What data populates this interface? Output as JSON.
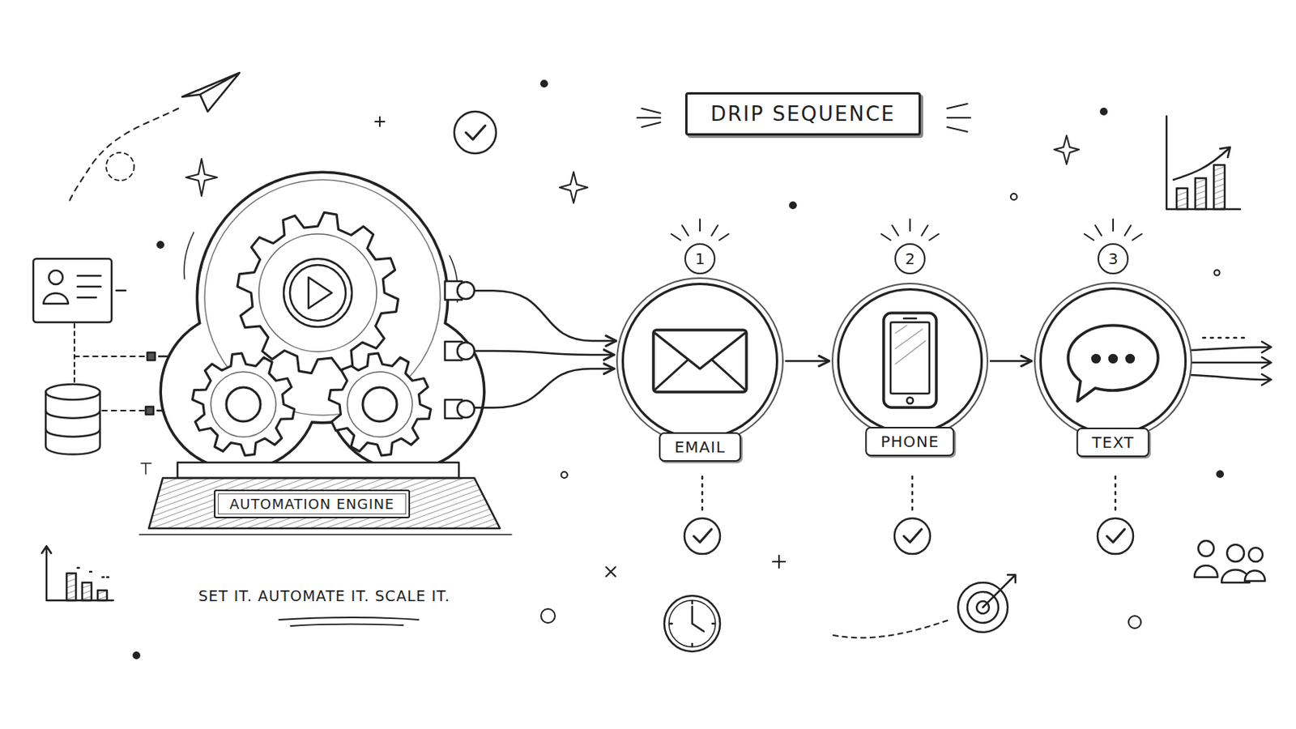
{
  "diagram": {
    "title": "DRIP SEQUENCE",
    "nodes": [
      {
        "text": [
          "AUTOMATION ENGINE"
        ]
      },
      {
        "text": [
          "EMAIL"
        ]
      },
      {
        "text": [
          "PHONE"
        ]
      },
      {
        "text": [
          "TEXT"
        ]
      }
    ],
    "edges": [
      {
        "from": 0,
        "to": 1,
        "arrow": "to"
      },
      {
        "from": 0,
        "to": 1,
        "arrow": "to"
      },
      {
        "from": 0,
        "to": 1,
        "arrow": "to"
      },
      {
        "from": 1,
        "to": 2,
        "arrow": "to"
      },
      {
        "from": 2,
        "to": 3,
        "arrow": "to"
      }
    ],
    "labels": [
      "1",
      "2",
      "3",
      "SET IT. AUTOMATE IT. SCALE IT."
    ]
  }
}
